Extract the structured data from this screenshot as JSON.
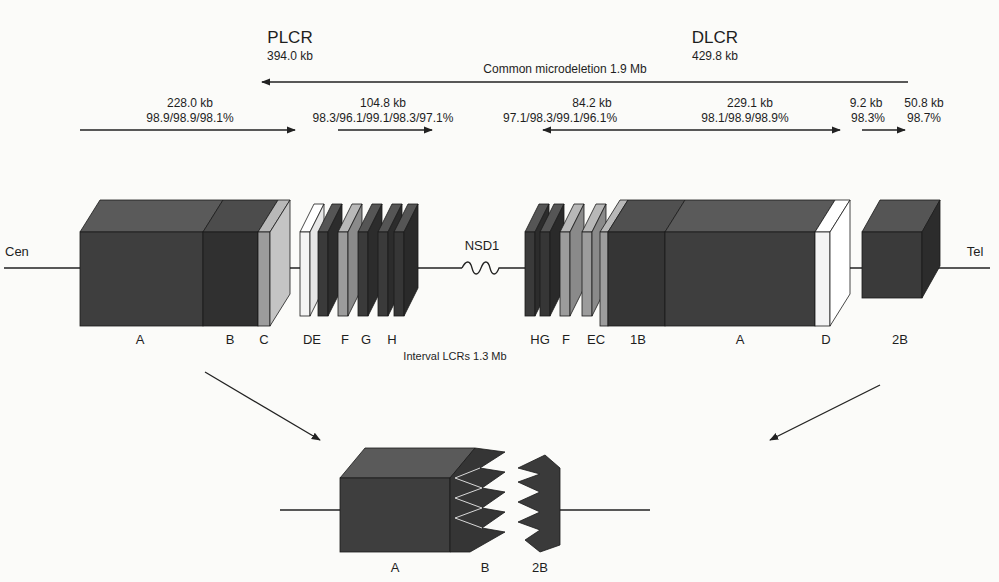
{
  "diagram": {
    "labels": [
      "PLCR",
      "394.0 kb",
      "DLCR",
      "429.8 kb",
      "Common microdeletion 1.9 Mb",
      "228.0 kb",
      "98.9/98.9/98.1%",
      "104.8 kb",
      "98.3/96.1/99.1/98.3/97.1%",
      "84.2 kb",
      "97.1/98.3/99.1/96.1%",
      "229.1 kb",
      "98.1/98.9/98.9%",
      "9.2 kb",
      "98.3%",
      "50.8 kb",
      "98.7%",
      "Cen",
      "Tel",
      "NSD1",
      "A",
      "B",
      "C",
      "DE",
      "F",
      "G",
      "H",
      "HG",
      "F",
      "EC",
      "1B",
      "A",
      "D",
      "2B",
      "Interval LCRs 1.3 Mb",
      "A",
      "B",
      "2B"
    ]
  }
}
